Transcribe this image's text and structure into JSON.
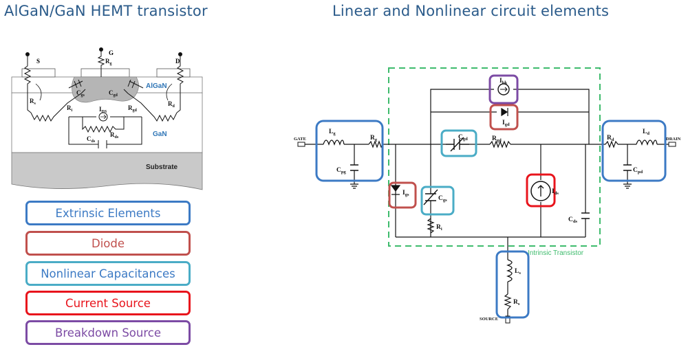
{
  "titles": {
    "left": "AlGaN/GaN HEMT transistor",
    "right": "Linear and Nonlinear circuit elements"
  },
  "legend": [
    {
      "label": "Extrinsic Elements",
      "color": "#3c7ac4",
      "text_color": "#3c7ac4"
    },
    {
      "label": "Diode",
      "color": "#c0504d",
      "text_color": "#c0504d"
    },
    {
      "label": "Nonlinear Capacitances",
      "color": "#4aacc6",
      "text_color": "#3c7ac4"
    },
    {
      "label": "Current Source",
      "color": "#e8141c",
      "text_color": "#e8141c"
    },
    {
      "label": "Breakdown Source",
      "color": "#7c4ba4",
      "text_color": "#7c4ba4"
    }
  ],
  "device": {
    "terminal_s": "S",
    "terminal_g": "G",
    "terminal_d": "D",
    "rg": "R",
    "rg_sub": "g",
    "algan": "AlGaN",
    "gan": "GaN",
    "substrate": "Substrate",
    "cgs": "C",
    "cgs_sub": "gs",
    "cgd": "C",
    "cgd_sub": "gd",
    "rs": "R",
    "rs_sub": "s",
    "ri": "R",
    "ri_sub": "i",
    "ids": "I",
    "ids_sub": "DS",
    "rgd": "R",
    "rgd_sub": "gd",
    "rd": "R",
    "rd_sub": "d",
    "rds": "R",
    "rds_sub": "ds",
    "cds": "C",
    "cds_sub": "ds"
  },
  "circuit": {
    "gate": "GATE",
    "drain": "DRAIN",
    "source": "SOURCE",
    "lg": "L",
    "lg_sub": "g",
    "rg": "R",
    "rg_sub": "g",
    "cpg": "C",
    "cpg_sub": "pg",
    "cgd": "C",
    "cgd_sub": "gd",
    "rgd": "R",
    "rgd_sub": "gd",
    "rd": "R",
    "rd_sub": "d",
    "ld": "L",
    "ld_sub": "d",
    "cpd": "C",
    "cpd_sub": "pd",
    "ibk": "I",
    "ibk_sub": "bk",
    "igd": "I",
    "igd_sub": "gd",
    "igs": "I",
    "igs_sub": "gs",
    "cgs": "C",
    "cgs_sub": "gs",
    "ri": "R",
    "ri_sub": "i",
    "ids": "I",
    "ids_sub": "ds",
    "cds": "C",
    "cds_sub": "ds",
    "ls": "L",
    "ls_sub": "s",
    "rs": "R",
    "rs_sub": "s",
    "intrinsic": "Intrinsic Transistor"
  }
}
